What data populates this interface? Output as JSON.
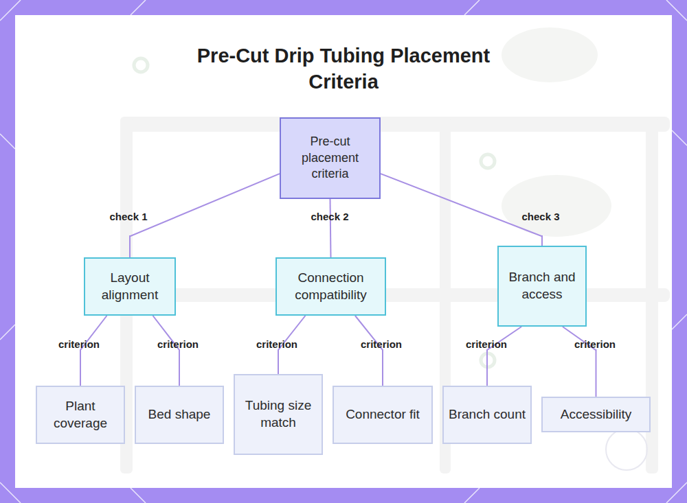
{
  "diagram": {
    "title": "Pre-Cut Drip Tubing Placement Criteria",
    "nodes": [
      {
        "text": [
          "Pre-cut placement criteria"
        ]
      },
      {
        "text": [
          "Layout alignment"
        ]
      },
      {
        "text": [
          "Connection compatibility"
        ]
      },
      {
        "text": [
          "Branch and access"
        ]
      },
      {
        "text": [
          "Plant coverage"
        ]
      },
      {
        "text": [
          "Bed shape"
        ]
      },
      {
        "text": [
          "Tubing size match"
        ]
      },
      {
        "text": [
          "Connector fit"
        ]
      },
      {
        "text": [
          "Branch count"
        ]
      },
      {
        "text": [
          "Accessibility"
        ]
      }
    ],
    "edges": [
      {
        "from": 0,
        "to": 1,
        "label": "check 1",
        "arrow": "none"
      },
      {
        "from": 0,
        "to": 2,
        "label": "check 2",
        "arrow": "none"
      },
      {
        "from": 0,
        "to": 3,
        "label": "check 3",
        "arrow": "none"
      },
      {
        "from": 1,
        "to": 4,
        "label": "criterion",
        "arrow": "none"
      },
      {
        "from": 1,
        "to": 5,
        "label": "criterion",
        "arrow": "none"
      },
      {
        "from": 2,
        "to": 6,
        "label": "criterion",
        "arrow": "none"
      },
      {
        "from": 2,
        "to": 7,
        "label": "criterion",
        "arrow": "none"
      },
      {
        "from": 3,
        "to": 8,
        "label": "criterion",
        "arrow": "none"
      },
      {
        "from": 3,
        "to": 9,
        "label": "criterion",
        "arrow": "none"
      }
    ]
  }
}
